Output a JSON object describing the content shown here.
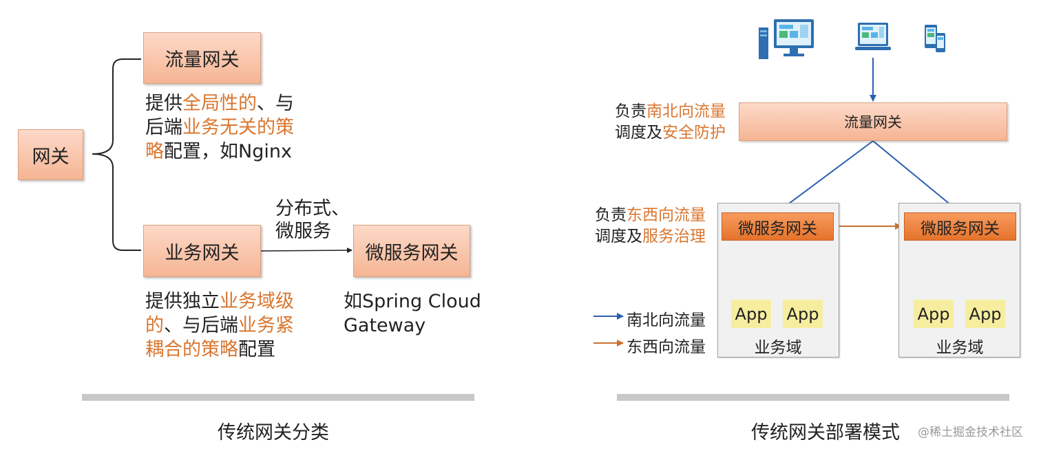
{
  "left": {
    "root": "网关",
    "traffic_gateway": "流量网关",
    "traffic_desc": [
      [
        {
          "t": "提供",
          "h": false
        },
        {
          "t": "全局性的",
          "h": true
        },
        {
          "t": "、与",
          "h": false
        }
      ],
      [
        {
          "t": "后端",
          "h": false
        },
        {
          "t": "业务无关的策",
          "h": true
        }
      ],
      [
        {
          "t": "略",
          "h": true
        },
        {
          "t": "配置，如Nginx",
          "h": false
        }
      ]
    ],
    "business_gateway": "业务网关",
    "business_desc": [
      [
        {
          "t": "提供独立",
          "h": false
        },
        {
          "t": "业务域级",
          "h": true
        }
      ],
      [
        {
          "t": "的",
          "h": true
        },
        {
          "t": "、与后端",
          "h": false
        },
        {
          "t": "业务紧",
          "h": true
        }
      ],
      [
        {
          "t": "耦合的策略",
          "h": true
        },
        {
          "t": "配置",
          "h": false
        }
      ]
    ],
    "arrow_label_line1": "分布式、",
    "arrow_label_line2": "微服务",
    "microservice_gateway": "微服务网关",
    "ms_desc_line1": "如Spring Cloud",
    "ms_desc_line2": "Gateway",
    "caption": "传统网关分类"
  },
  "right": {
    "traffic_gateway": "流量网关",
    "ns_desc": [
      [
        {
          "t": "负责",
          "h": false
        },
        {
          "t": "南北向流量",
          "h": true
        }
      ],
      [
        {
          "t": "调度及",
          "h": false
        },
        {
          "t": "安全防护",
          "h": true
        }
      ]
    ],
    "ew_desc": [
      [
        {
          "t": "负责",
          "h": false
        },
        {
          "t": "东西向流量",
          "h": true
        }
      ],
      [
        {
          "t": "调度及",
          "h": false
        },
        {
          "t": "服务治理",
          "h": true
        }
      ]
    ],
    "microservice_gateway_1": "微服务网关",
    "microservice_gateway_2": "微服务网关",
    "app_labels": [
      "App",
      "App",
      "App",
      "App"
    ],
    "domain_label_1": "业务域",
    "domain_label_2": "业务域",
    "legend_ns": "南北向流量",
    "legend_ew": "东西向流量",
    "caption": "传统网关部署模式"
  },
  "colors": {
    "highlight": "#d9762f",
    "north_south_arrow": "#2a5fb0",
    "east_west_arrow": "#c9702e",
    "pink_box": "#f8c3a8",
    "orange_box": "#ec8140",
    "app_box": "#f6ee9e"
  },
  "icons": [
    "desktop-computer-icon",
    "laptop-icon",
    "mobile-devices-icon"
  ],
  "watermark": "@稀土掘金技术社区"
}
